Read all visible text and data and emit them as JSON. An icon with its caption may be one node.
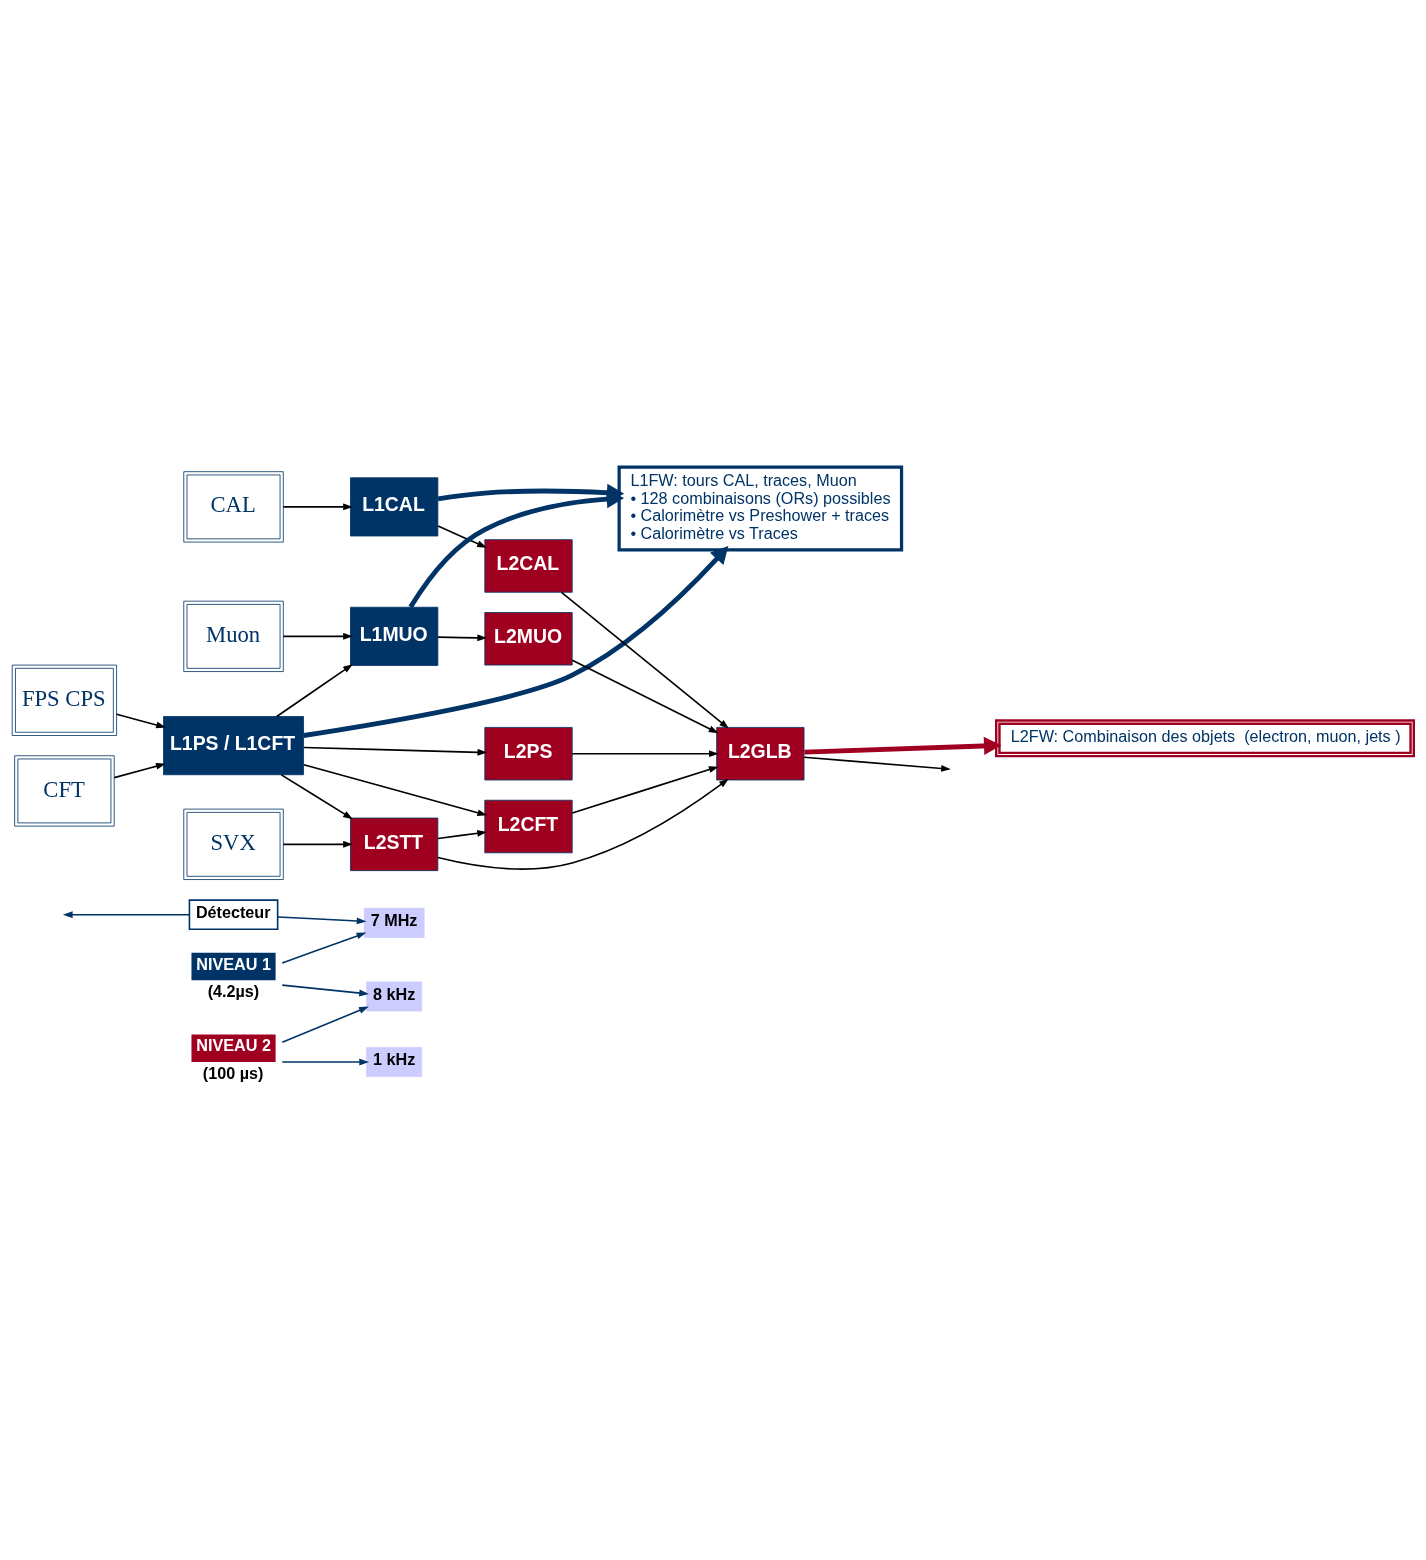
{
  "diagram": {
    "nodes": [
      {
        "text": [
          "Détecteur"
        ]
      },
      {
        "text": [
          "NIVEAU 1"
        ],
        "beside": [
          "(4.2µs)"
        ]
      },
      {
        "text": [
          "NIVEAU 2"
        ],
        "beside": [
          "(100 µs)"
        ]
      },
      {
        "text": [
          "7 MHz"
        ]
      },
      {
        "text": [
          "8 kHz"
        ]
      },
      {
        "text": [
          "1 kHz"
        ]
      },
      {
        "text": [
          "CAL"
        ]
      },
      {
        "text": [
          "FPS CPS"
        ]
      },
      {
        "text": [
          "CFT"
        ]
      },
      {
        "text": [
          "SVX"
        ]
      },
      {
        "text": [
          "Muon"
        ]
      },
      {
        "text": [
          "L1CAL"
        ]
      },
      {
        "text": [
          "L1PS / L1CFT"
        ]
      },
      {
        "text": [
          "L1MUO"
        ]
      },
      {
        "text": [
          "L2CAL"
        ]
      },
      {
        "text": [
          "L2PS"
        ]
      },
      {
        "text": [
          "L2CFT"
        ]
      },
      {
        "text": [
          "L2STT"
        ]
      },
      {
        "text": [
          "L2MUO"
        ]
      },
      {
        "text": [
          "L2GLB"
        ]
      },
      {
        "text": [
          "L1FW: tours CAL, traces, Muon",
          "• 128 combinaisons (ORs) possibles",
          "• Calorimètre vs Preshower + traces",
          "• Calorimètre vs Traces"
        ]
      },
      {
        "text": [
          "L2FW: Combinaison des objets  (electron, muon, jets )"
        ]
      }
    ],
    "edges": [
      {
        "from": 0,
        "to": null,
        "arrow": "to",
        "color": "#003366"
      },
      {
        "from": 0,
        "to": 3,
        "arrow": "to",
        "color": "#003366"
      },
      {
        "from": 1,
        "to": 3,
        "arrow": "to",
        "color": "#003366"
      },
      {
        "from": 1,
        "to": 4,
        "arrow": "to",
        "color": "#003366"
      },
      {
        "from": 2,
        "to": 4,
        "arrow": "to",
        "color": "#003366"
      },
      {
        "from": 2,
        "to": 5,
        "arrow": "to",
        "color": "#003366"
      },
      {
        "from": 6,
        "to": 11,
        "arrow": "to"
      },
      {
        "from": 7,
        "to": 12,
        "arrow": "to"
      },
      {
        "from": 8,
        "to": 12,
        "arrow": "to"
      },
      {
        "from": 10,
        "to": 13,
        "arrow": "to"
      },
      {
        "from": 11,
        "to": 14,
        "arrow": "to"
      },
      {
        "from": 12,
        "to": 15,
        "arrow": "to"
      },
      {
        "from": 12,
        "to": 16,
        "arrow": "to"
      },
      {
        "from": 12,
        "to": 17,
        "arrow": "to"
      },
      {
        "from": 12,
        "to": 13,
        "arrow": "to"
      },
      {
        "from": 9,
        "to": 17,
        "arrow": "to"
      },
      {
        "from": 13,
        "to": 18,
        "arrow": "to"
      },
      {
        "from": 17,
        "to": 16,
        "arrow": "to"
      },
      {
        "from": 14,
        "to": 19,
        "arrow": "to"
      },
      {
        "from": 15,
        "to": 19,
        "arrow": "to"
      },
      {
        "from": 16,
        "to": 19,
        "arrow": "to"
      },
      {
        "from": 17,
        "to": 19,
        "arrow": "to"
      },
      {
        "from": 18,
        "to": 19,
        "arrow": "to"
      },
      {
        "from": 19,
        "to": null,
        "arrow": "to"
      },
      {
        "from": 11,
        "to": 20,
        "arrow": "to",
        "style": "thick",
        "color": "#003366"
      },
      {
        "from": 12,
        "to": 20,
        "arrow": "to",
        "style": "thick",
        "color": "#003366"
      },
      {
        "from": 13,
        "to": 20,
        "arrow": "to",
        "style": "thick",
        "color": "#003366"
      },
      {
        "from": 19,
        "to": 21,
        "arrow": "to",
        "style": "thick",
        "color": "#a00020"
      }
    ]
  }
}
